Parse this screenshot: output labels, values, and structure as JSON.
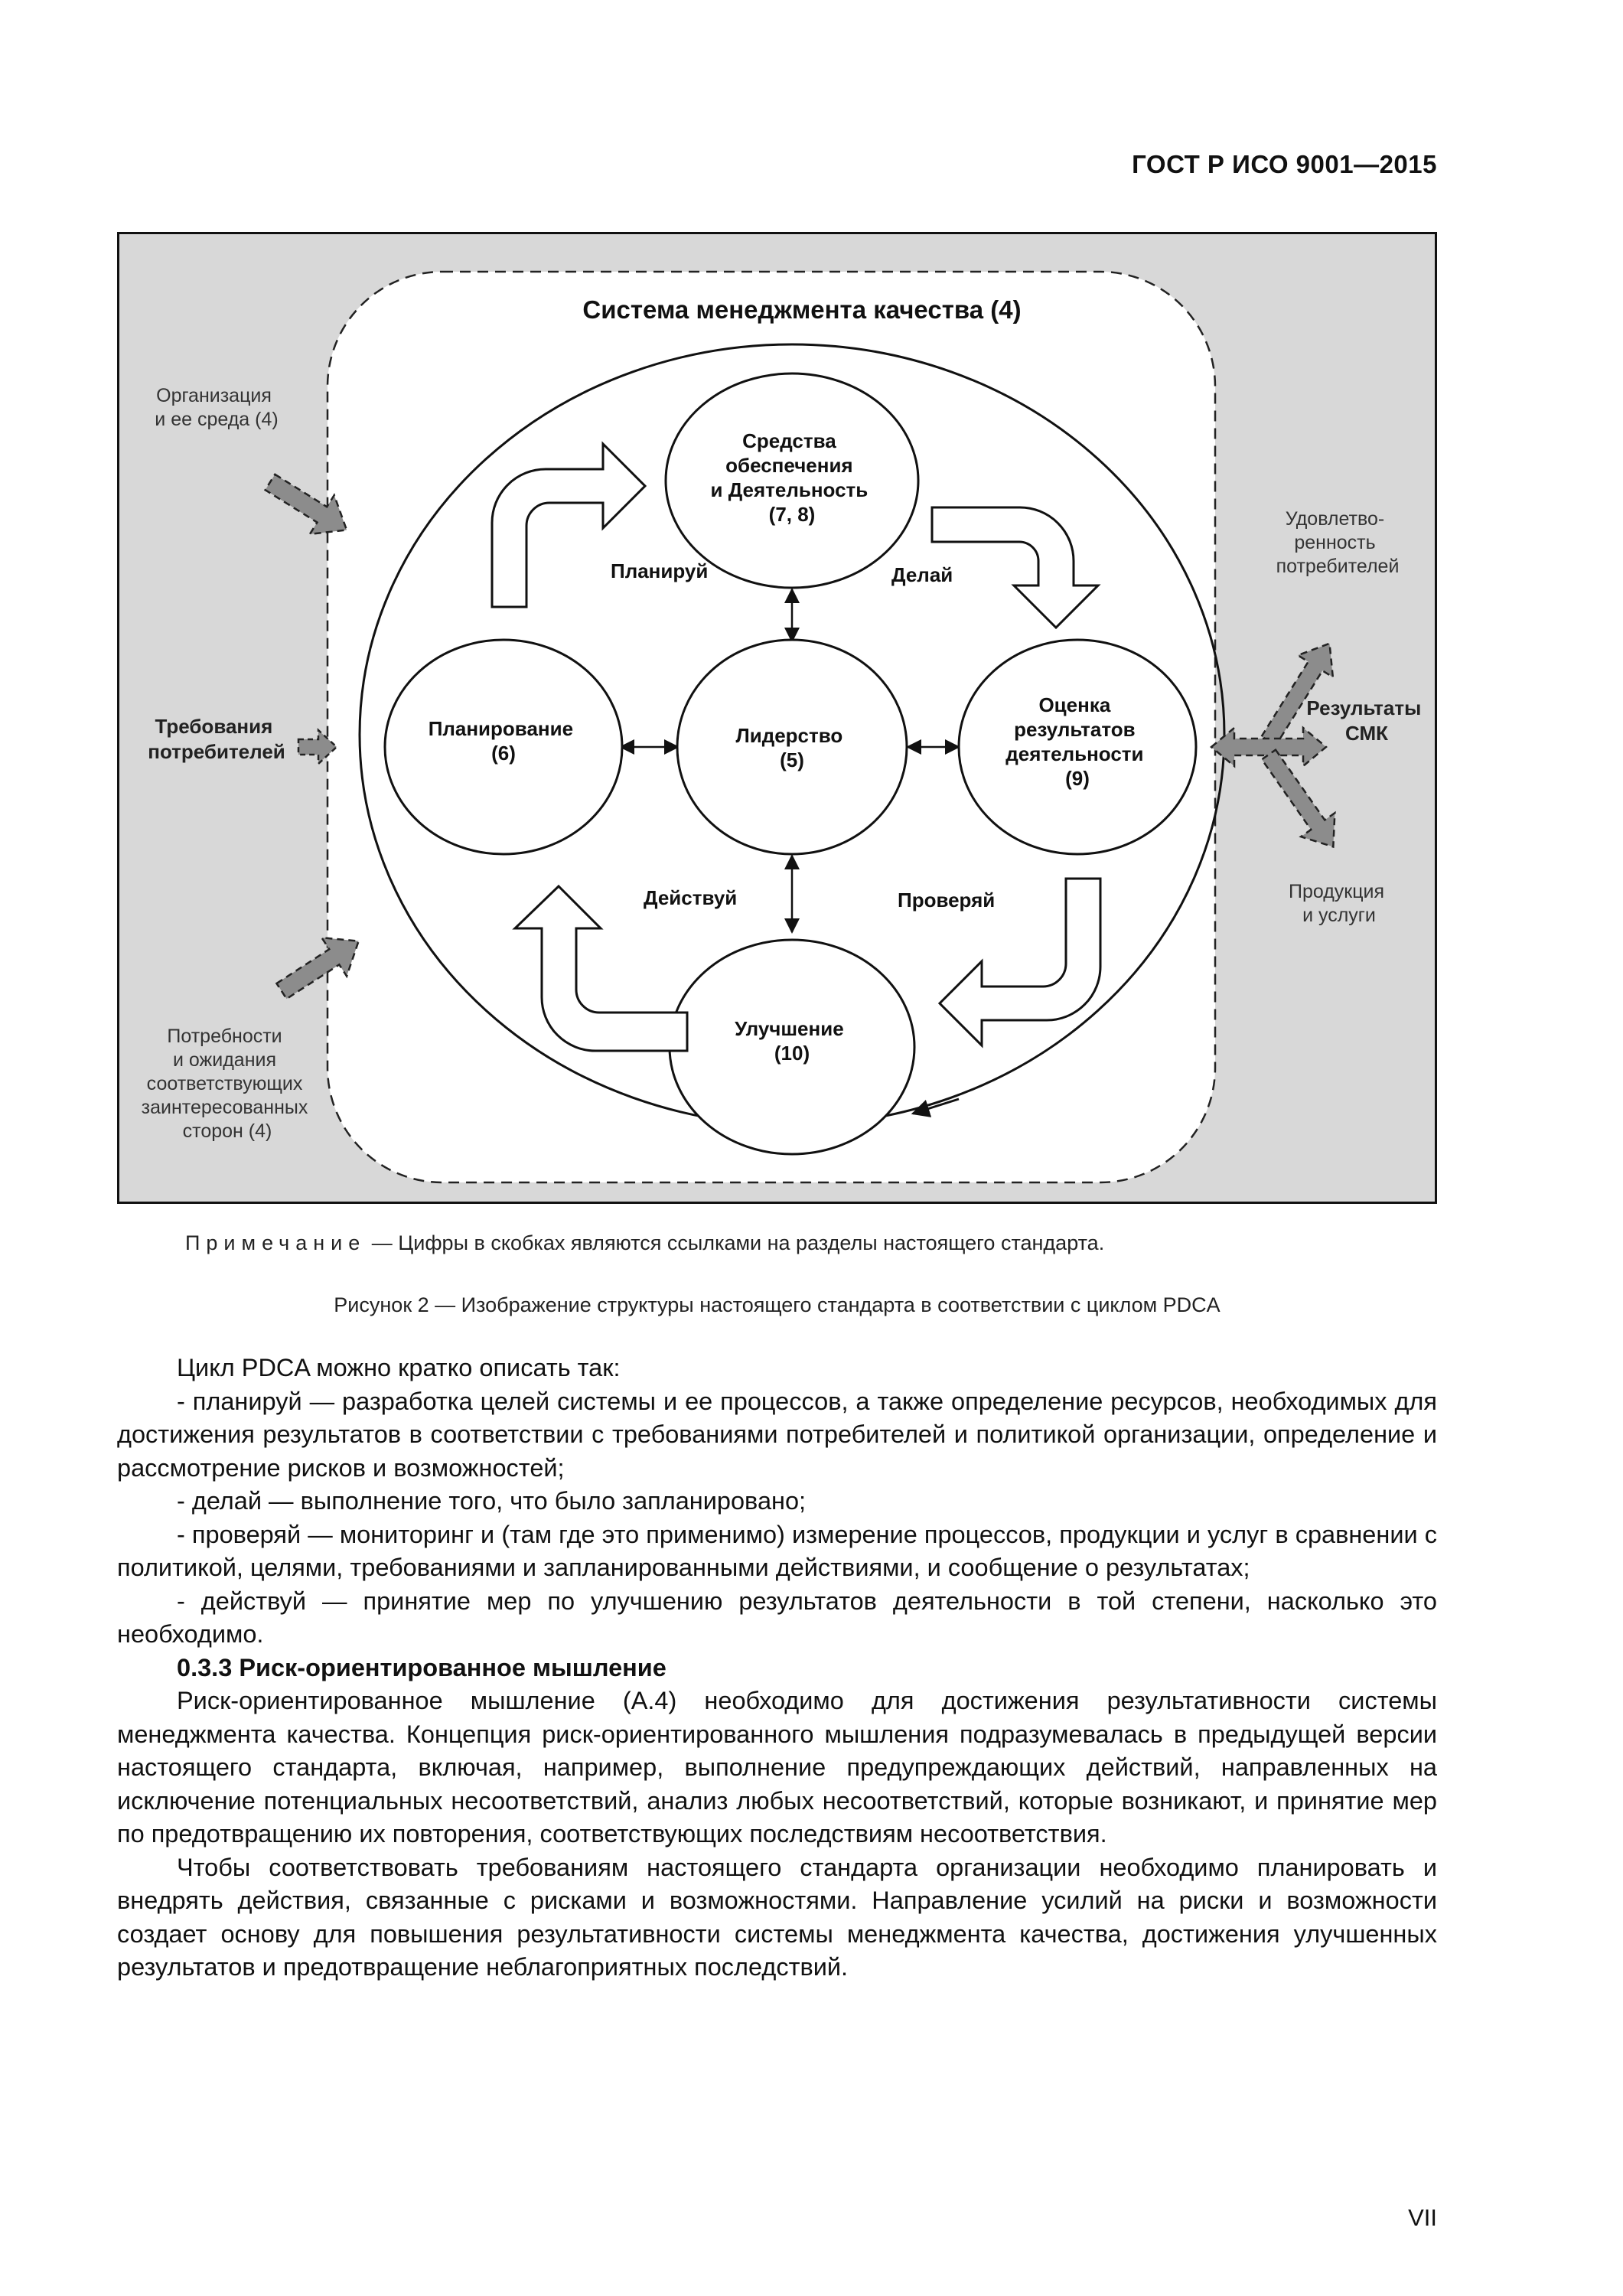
{
  "header": {
    "standard_code": "ГОСТ Р ИСО 9001—2015"
  },
  "figure": {
    "system_title": "Система менеджмента качества (4)",
    "inputs": {
      "organization": [
        "Организация",
        "и ее среда (4)"
      ],
      "customer_requirements": [
        "Требования",
        "потребителей"
      ],
      "stakeholders": [
        "Потребности",
        "и ожидания",
        "соответствующих",
        "заинтересованных",
        "сторон (4)"
      ]
    },
    "outputs": {
      "satisfaction": [
        "Удовлетво-",
        "ренность",
        "потребителей"
      ],
      "qms_results": [
        "Результаты",
        "СМК"
      ],
      "products": [
        "Продукция",
        "и услуги"
      ]
    },
    "circles": {
      "support": [
        "Средства",
        "обеспечения",
        "и Деятельность",
        "(7, 8)"
      ],
      "planning": [
        "Планирование",
        "(6)"
      ],
      "leadership": [
        "Лидерство",
        "(5)"
      ],
      "evaluation": [
        "Оценка",
        "результатов",
        "деятельности",
        "(9)"
      ],
      "improvement": [
        "Улучшение",
        "(10)"
      ]
    },
    "cycle_labels": {
      "plan": "Планируй",
      "do": "Делай",
      "check": "Проверяй",
      "act": "Действуй"
    }
  },
  "note": {
    "label": "Примечание",
    "text": " — Цифры в скобках являются ссылками на разделы настоящего стандарта."
  },
  "caption": "Рисунок  2 — Изображение структуры настоящего стандарта в соответствии с циклом PDCA",
  "body": {
    "p1": "Цикл PDCA можно кратко описать так:",
    "p2": "- планируй — разработка целей системы и ее процессов, а также определение ресурсов, необходимых для достижения результатов в соответствии с требованиями потребителей и политикой организации, определение и рассмотрение рисков и возможностей;",
    "p3": "- делай — выполнение того, что было запланировано;",
    "p4": "- проверяй — мониторинг и (там где это применимо) измерение процессов, продукции и услуг в сравнении с политикой, целями, требованиями и запланированными действиями, и сообщение о результатах;",
    "p5": "- действуй — принятие мер по улучшению результатов деятельности в той степени, насколько это необходимо.",
    "subhead": "0.3.3 Риск-ориентированное мышление",
    "p6": "Риск-ориентированное мышление (А.4) необходимо для достижения результативности системы менеджмента качества. Концепция риск-ориентированного мышления подразумевалась в предыдущей версии настоящего стандарта, включая, например, выполнение предупреждающих действий, направленных на исключение потенциальных несоответствий, анализ любых несоответствий, которые возникают, и принятие мер по предотвращению их повторения, соответствующих последствиям несоответствия.",
    "p7": "Чтобы соответствовать требованиям настоящего стандарта организации необходимо планировать и внедрять действия, связанные с рисками и возможностями. Направление усилий на риски и возможности создает основу для повышения результативности системы менеджмента качества, достижения улучшенных результатов и предотвращение неблагоприятных последствий."
  },
  "page_number": "VII"
}
